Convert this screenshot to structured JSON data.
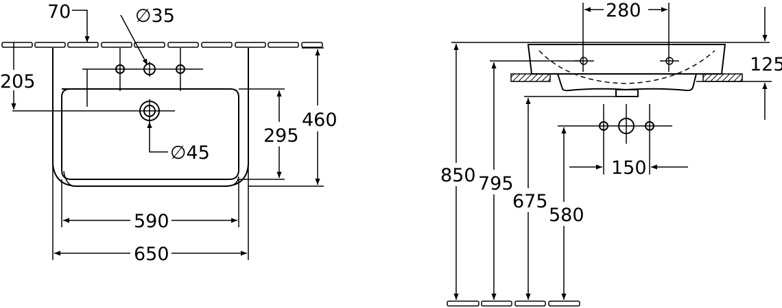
{
  "front_view": {
    "offset_tap": "70",
    "tap_hole_diameter": "∅35",
    "tap_to_drain": "205",
    "drain_diameter": "∅45",
    "bowl_depth": "295",
    "overall_depth": "460",
    "bowl_width": "590",
    "overall_width": "650"
  },
  "side_view": {
    "tap_spacing_top": "280",
    "basin_height": "125",
    "rim_height": "850",
    "tap_height": "795",
    "drain_height": "675",
    "supply_height": "580",
    "supply_spacing": "150"
  }
}
